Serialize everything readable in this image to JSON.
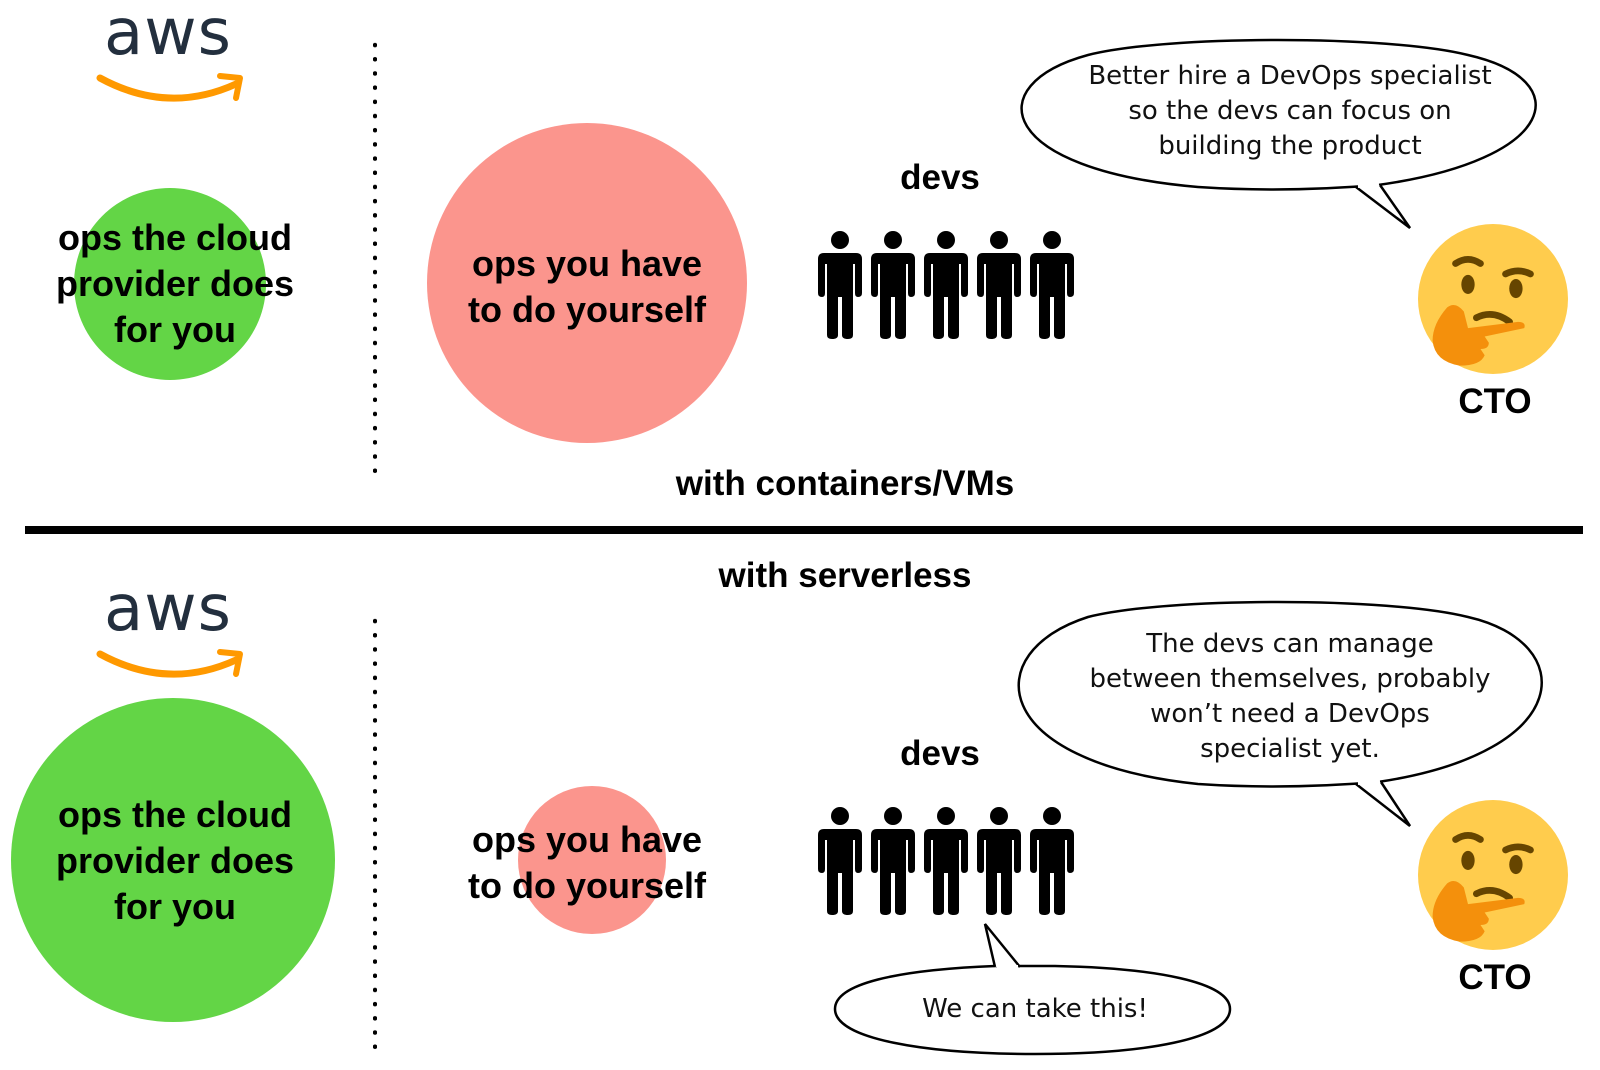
{
  "colors": {
    "cloud_ops": "#63d546",
    "self_ops": "#fb958d",
    "aws_text": "#232f3e",
    "aws_smile": "#ff9900",
    "emoji_face": "#ffcc4d",
    "emoji_hand": "#f4900c",
    "emoji_features": "#664500"
  },
  "top_panel": {
    "caption": "with containers/VMs",
    "logo_text": "aws",
    "cloud_ops_label": [
      "ops the cloud",
      "provider does",
      "for you"
    ],
    "self_ops_label": [
      "ops you have",
      "to do yourself"
    ],
    "devs_label": "devs",
    "dev_count": 5,
    "cto_label": "CTO",
    "cto_speech": [
      "Better hire a DevOps specialist",
      "so the devs can focus on",
      "building the product"
    ],
    "relative_size": {
      "cloud_ops": "small",
      "self_ops": "large"
    }
  },
  "bottom_panel": {
    "caption": "with serverless",
    "logo_text": "aws",
    "cloud_ops_label": [
      "ops the cloud",
      "provider does",
      "for you"
    ],
    "self_ops_label": [
      "ops you have",
      "to do yourself"
    ],
    "devs_label": "devs",
    "dev_count": 5,
    "cto_label": "CTO",
    "cto_speech": [
      "The devs can manage",
      "between themselves, probably",
      "won’t need a DevOps",
      "specialist yet."
    ],
    "devs_speech": "We can take this!",
    "relative_size": {
      "cloud_ops": "large",
      "self_ops": "small"
    }
  }
}
